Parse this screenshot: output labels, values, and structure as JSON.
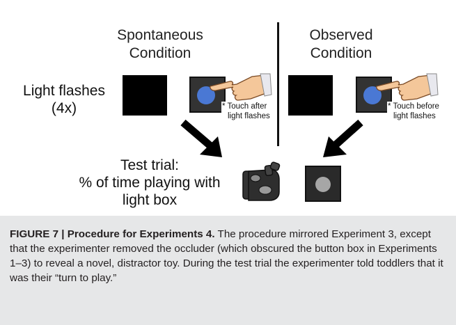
{
  "figure": {
    "left_heading_line1": "Spontaneous",
    "left_heading_line2": "Condition",
    "right_heading_line1": "Observed",
    "right_heading_line2": "Condition",
    "row_label_line1": "Light flashes",
    "row_label_line2": "(4x)",
    "left_note_line1": "* Touch after",
    "left_note_line2": "light flashes",
    "right_note_line1": "* Touch before",
    "right_note_line2": "light flashes",
    "test_line1": "Test trial:",
    "test_line2": "% of time playing with",
    "test_line3": "light box"
  },
  "caption": {
    "label": "FIGURE 7 | Procedure for Experiments 4.",
    "text": " The procedure mirrored Experiment 3, except that the experimenter removed the occluder (which obscured the button box in Experiments 1–3) to reveal a novel, distractor toy. During the test trial the experimenter told toddlers that it was their “turn to play.”"
  },
  "colors": {
    "button_blue": "#4a78d4",
    "caption_bg": "#e6e7e8",
    "box_dark": "#333333"
  }
}
